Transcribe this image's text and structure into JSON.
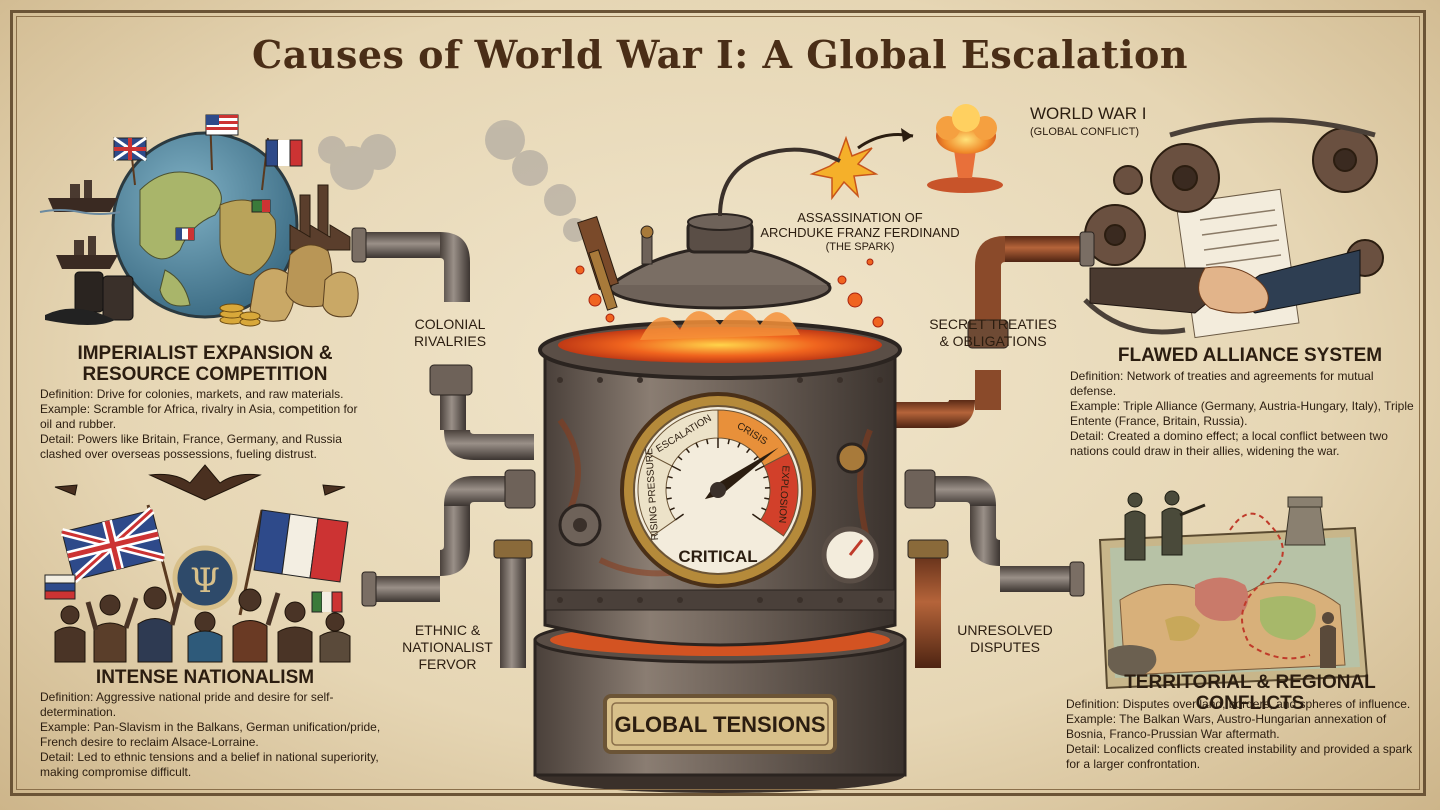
{
  "title": "Causes of World War I: A Global Escalation",
  "spark": {
    "line1": "ASSASSINATION OF",
    "line2": "ARCHDUKE FRANZ FERDINAND",
    "line3": "(THE SPARK)"
  },
  "outcome": {
    "name": "WORLD WAR I",
    "sub": "(GLOBAL CONFLICT)"
  },
  "pipes": {
    "colonial": [
      "COLONIAL",
      "RIVALRIES"
    ],
    "treaties": [
      "SECRET TREATIES",
      "& OBLIGATIONS"
    ],
    "ethnic": [
      "ETHNIC &",
      "NATIONALIST",
      "FERVOR"
    ],
    "disputes": [
      "UNRESOLVED",
      "DISPUTES"
    ]
  },
  "gauge": {
    "status": "CRITICAL",
    "zones": [
      "RISING PRESSURE",
      "ESCALATION",
      "CRISIS",
      "EXPLOSION"
    ],
    "level": 0.72
  },
  "pot_label": "GLOBAL TENSIONS",
  "causes": {
    "imperialism": {
      "heading": [
        "IMPERIALIST EXPANSION &",
        "RESOURCE COMPETITION"
      ],
      "definition": "Definition: Drive for colonies, markets, and raw materials.",
      "example": "Example: Scramble for Africa, rivalry in Asia, competition for oil and rubber.",
      "detail": "Detail: Powers like Britain, France, Germany, and Russia clashed over overseas possessions, fueling distrust."
    },
    "alliances": {
      "heading": [
        "FLAWED ALLIANCE SYSTEM"
      ],
      "definition": "Definition: Network of treaties and agreements for mutual defense.",
      "example": "Example: Triple Alliance (Germany, Austria-Hungary, Italy), Triple Entente (France, Britain, Russia).",
      "detail": "Detail: Created a domino effect; a local conflict between two nations could draw in their allies, widening the war."
    },
    "nationalism": {
      "heading": [
        "INTENSE NATIONALISM"
      ],
      "definition": "Definition: Aggressive national pride and desire for self-determination.",
      "example": "Example: Pan-Slavism in the Balkans, German unification/pride, French desire to reclaim Alsace-Lorraine.",
      "detail": "Detail: Led to ethnic tensions and a belief in national superiority, making compromise difficult."
    },
    "territorial": {
      "heading": [
        "TERRITORIAL & REGIONAL CONFLICTS"
      ],
      "definition": "Definition: Disputes over land, borders, and spheres of influence.",
      "example": "Example: The Balkan Wars, Austro-Hungarian annexation of Bosnia, Franco-Prussian War aftermath.",
      "detail": "Detail: Localized conflicts created instability and provided a spark for a larger confrontation."
    }
  },
  "colors": {
    "ink": "#2b1d10",
    "title": "#4a2e17",
    "metal": "#6e6259",
    "copper": "#8a4a2a",
    "lava": "#f0641e",
    "gauge_red": "#d2402a",
    "gauge_orange": "#e8903a"
  }
}
